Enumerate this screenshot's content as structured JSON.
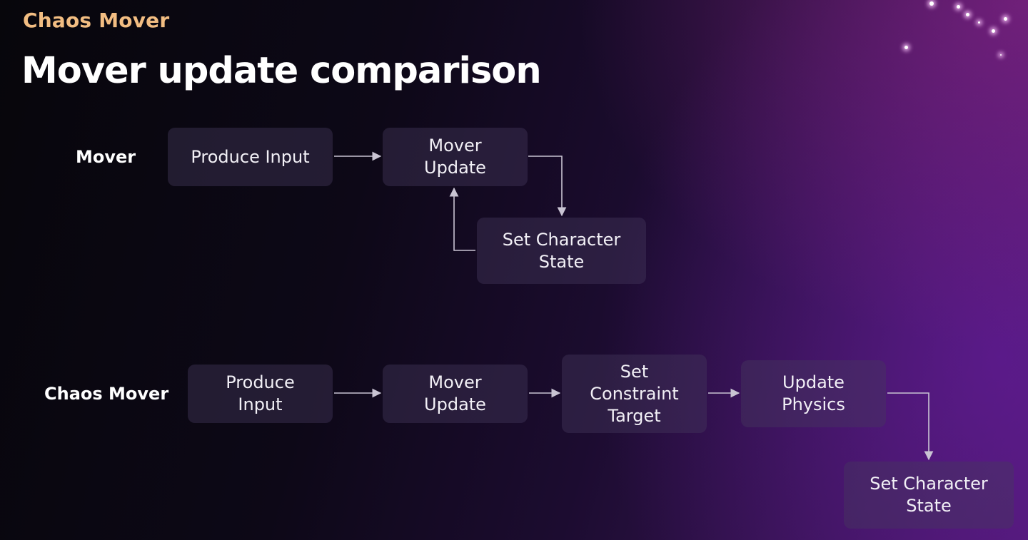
{
  "header": {
    "brand": "Chaos Mover",
    "title": "Mover update comparison"
  },
  "rows": {
    "mover": {
      "label": "Mover",
      "nodes": {
        "produce_input": "Produce Input",
        "mover_update": "Mover\nUpdate",
        "set_character_state": "Set Character\nState"
      }
    },
    "chaos_mover": {
      "label": "Chaos Mover",
      "nodes": {
        "produce_input": "Produce\nInput",
        "mover_update": "Mover\nUpdate",
        "set_constraint_target": "Set\nConstraint\nTarget",
        "update_physics": "Update\nPhysics",
        "set_character_state": "Set Character\nState"
      }
    }
  },
  "edges": [
    {
      "from": "mover.produce_input",
      "to": "mover.mover_update"
    },
    {
      "from": "mover.mover_update",
      "to": "mover.set_character_state"
    },
    {
      "from": "mover.set_character_state",
      "to": "mover.mover_update"
    },
    {
      "from": "chaos_mover.produce_input",
      "to": "chaos_mover.mover_update"
    },
    {
      "from": "chaos_mover.mover_update",
      "to": "chaos_mover.set_constraint_target"
    },
    {
      "from": "chaos_mover.set_constraint_target",
      "to": "chaos_mover.update_physics"
    },
    {
      "from": "chaos_mover.update_physics",
      "to": "chaos_mover.set_character_state"
    }
  ],
  "colors": {
    "brand": "#f2bd82",
    "title": "#ffffff",
    "box_fill": "#463a5c",
    "arrow": "#c9c4d3"
  }
}
